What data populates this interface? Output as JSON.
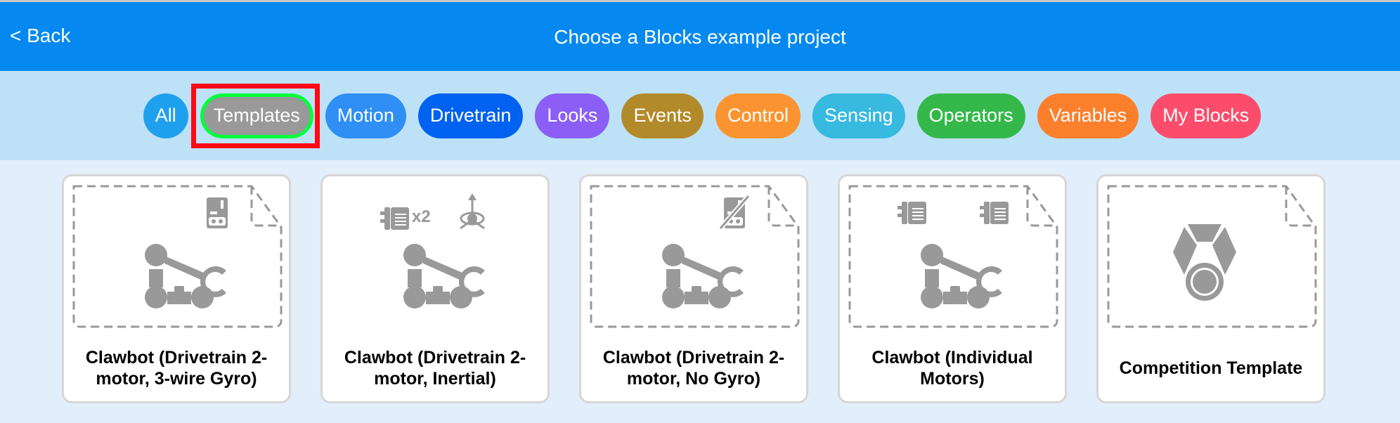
{
  "header": {
    "back_label": "< Back",
    "title": "Choose a Blocks example project",
    "color": "#0589f0"
  },
  "filters": [
    {
      "label": "All",
      "color": "#1fa0ee",
      "selected": false
    },
    {
      "label": "Templates",
      "color": "#999999",
      "selected": true
    },
    {
      "label": "Motion",
      "color": "#2f8ff5",
      "selected": false
    },
    {
      "label": "Drivetrain",
      "color": "#0062f0",
      "selected": false
    },
    {
      "label": "Looks",
      "color": "#8b5ff5",
      "selected": false
    },
    {
      "label": "Events",
      "color": "#b38a2a",
      "selected": false
    },
    {
      "label": "Control",
      "color": "#fb9430",
      "selected": false
    },
    {
      "label": "Sensing",
      "color": "#37b9e0",
      "selected": false
    },
    {
      "label": "Operators",
      "color": "#34b84a",
      "selected": false
    },
    {
      "label": "Variables",
      "color": "#fc7f2c",
      "selected": false
    },
    {
      "label": "My Blocks",
      "color": "#fb4d6b",
      "selected": false
    }
  ],
  "projects": [
    {
      "name": "Clawbot (Drivetrain 2-motor, 3-wire Gyro)",
      "icon": "clawbot-icon",
      "badges": [
        "brain-gyro-icon"
      ],
      "dashed": true
    },
    {
      "name": "Clawbot (Drivetrain 2-motor, Inertial)",
      "icon": "clawbot-icon",
      "badges": [
        "motor-icon",
        "inertial-icon"
      ],
      "motor_count": "x2",
      "dashed": false
    },
    {
      "name": "Clawbot (Drivetrain 2-motor, No Gyro)",
      "icon": "clawbot-icon",
      "badges": [
        "no-gyro-icon"
      ],
      "dashed": true
    },
    {
      "name": "Clawbot (Individual Motors)",
      "icon": "clawbot-icon",
      "badges": [
        "motor-icon",
        "motor-icon"
      ],
      "dashed": true
    },
    {
      "name": "Competition Template",
      "icon": "medal-icon",
      "badges": [],
      "dashed": true
    }
  ]
}
